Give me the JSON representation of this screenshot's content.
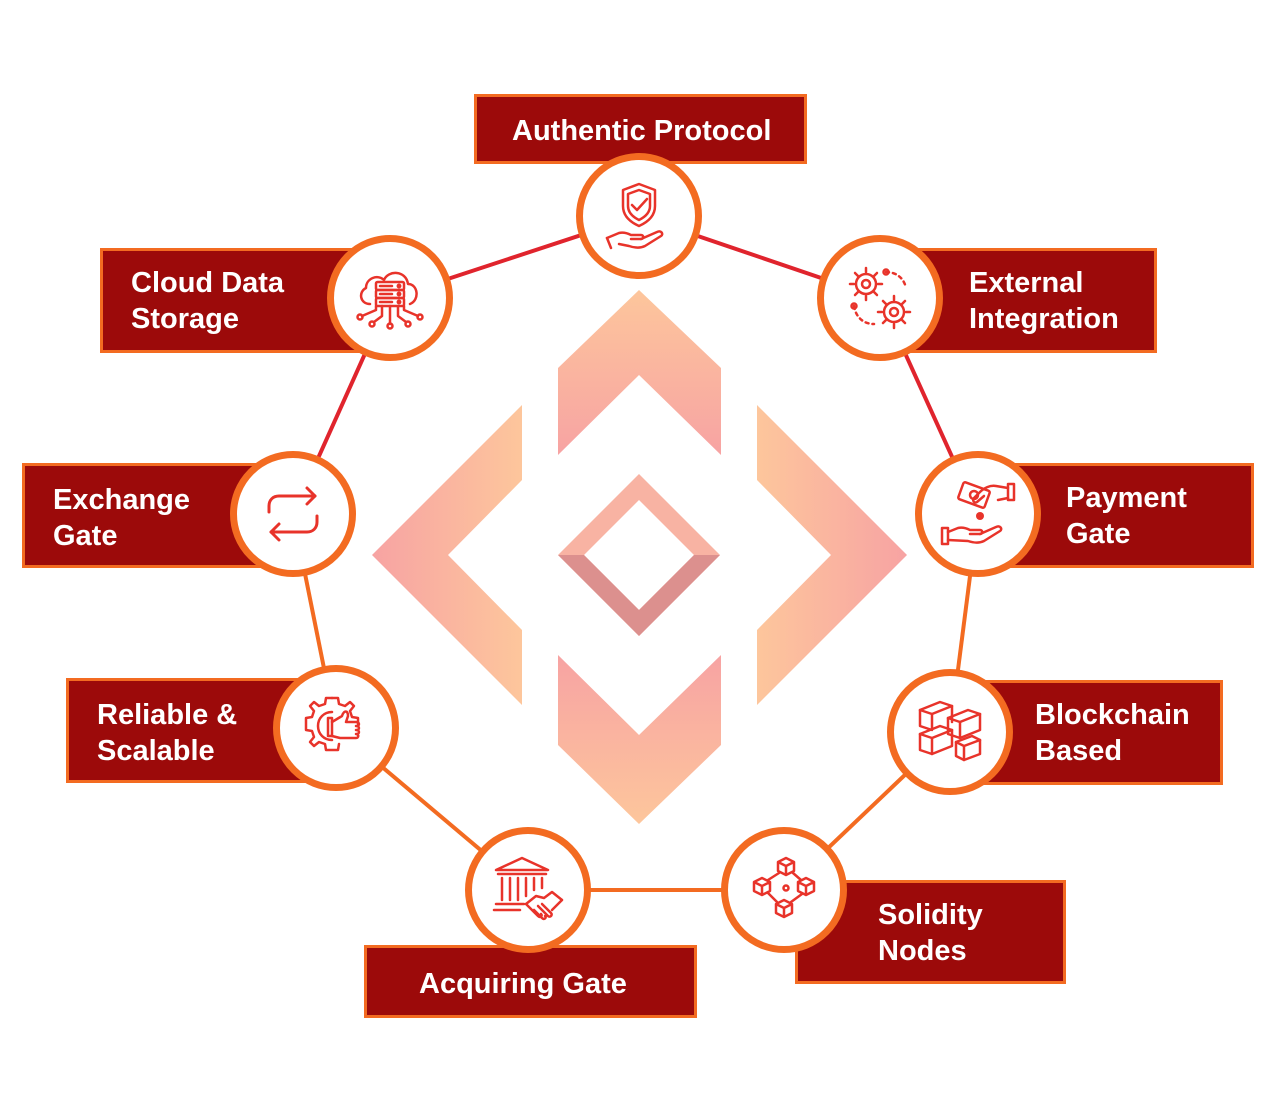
{
  "colors": {
    "label_bg": "#9c0a0a",
    "accent_orange": "#f36b21",
    "connector_red": "#e0242d",
    "icon_stroke": "#e8332a"
  },
  "items": [
    {
      "id": "authentic-protocol",
      "label": "Authentic Protocol",
      "icon": "shield-hand-icon"
    },
    {
      "id": "external-integration",
      "label": "External\nIntegration",
      "icon": "gears-icon"
    },
    {
      "id": "payment-gate",
      "label": "Payment\nGate",
      "icon": "money-hands-icon"
    },
    {
      "id": "blockchain-based",
      "label": "Blockchain\nBased",
      "icon": "blocks-icon"
    },
    {
      "id": "solidity-nodes",
      "label": "Solidity\nNodes",
      "icon": "cubes-network-icon"
    },
    {
      "id": "acquiring-gate",
      "label": "Acquiring Gate",
      "icon": "bank-handshake-icon"
    },
    {
      "id": "reliable-scalable",
      "label": "Reliable &\nScalable",
      "icon": "gear-thumb-icon"
    },
    {
      "id": "exchange-gate",
      "label": "Exchange\nGate",
      "icon": "exchange-arrows-icon"
    },
    {
      "id": "cloud-data-storage",
      "label": "Cloud Data\nStorage",
      "icon": "cloud-server-icon"
    }
  ]
}
